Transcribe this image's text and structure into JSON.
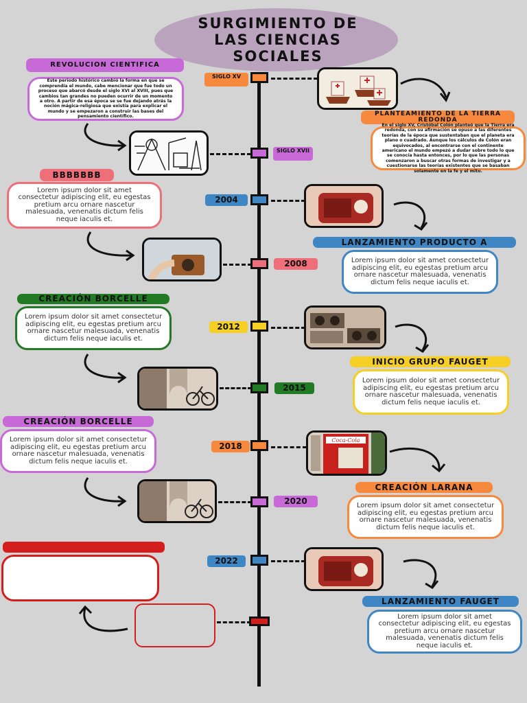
{
  "title": {
    "line1": "SURGIMIENTO DE",
    "line2": "LAS CIENCIAS",
    "line3": "SOCIALES"
  },
  "events": [
    {
      "tag": "SIGLO XV",
      "heading": "PLANTEAMIENTO DE LA TIERRA REDONDA",
      "text": "En el siglo XV, Cristóbal Colón planteó que la Tierra era redonda, con su afirmación se opuso a las diferentes teorías de la época que sustentaban que el planeta era plano o cuadrado. Aunque los cálculos de Colón eran equivocados, al encontrarse con el continente americano el mundo empezó a dudar sobre todo lo que se conocía hasta entonces, por lo que las personas comenzaron a buscar otras formas de investigar y a cuestionarse las teorías existentes que se basaban solamente en la fe y el mito.",
      "colors": {
        "accent": "#f6893e"
      }
    },
    {
      "tag": "SIGLO XVII",
      "heading": "REVOLUCION CIENTIFICA",
      "text": "Este periodo histórico cambió la forma en que se comprendía el mundo, cabe mencionar que fue todo un proceso que abarcó desde el siglo XVI al XVIII, pues que cambios tan grandes no pueden ocurrir de un momento a otro. A partir de esa época se se fue dejando atrás la noción mágica-religiosa que existía para explicar el mundo y se empezaron a construir las bases del pensamiento científico.",
      "colors": {
        "accent": "#c76ad8"
      }
    },
    {
      "tag": "2004",
      "heading": "LANZAMIENTO PRODUCTO A",
      "text": "Lorem ipsum dolor sit amet consectetur adipiscing elit, eu egestas pretium arcu ornare nascetur malesuada, venenatis dictum felis neque iaculis et.",
      "colors": {
        "accent": "#3e86c4"
      }
    },
    {
      "tag": "2008",
      "heading": "BBBBBBB",
      "text": "Lorem ipsum dolor sit amet consectetur adipiscing elit, eu egestas pretium arcu ornare nascetur malesuada, venenatis dictum felis neque iaculis et.",
      "colors": {
        "accent": "#ee6f79"
      }
    },
    {
      "tag": "2012",
      "heading": "INICIO GRUPO FAUGET",
      "text": "Lorem ipsum dolor sit amet consectetur adipiscing elit, eu egestas pretium arcu ornare nascetur malesuada, venenatis dictum felis neque iaculis et.",
      "colors": {
        "accent": "#f5cf23"
      }
    },
    {
      "tag": "2015",
      "heading": "CREACIÓN BORCELLE",
      "text": "Lorem ipsum dolor sit amet consectetur adipiscing elit, eu egestas pretium arcu ornare nascetur malesuada, venenatis dictum felis neque iaculis et.",
      "colors": {
        "accent": "#237a24"
      }
    },
    {
      "tag": "2018",
      "heading": "CREACIÓN LARANA",
      "text": "Lorem ipsum dolor sit amet consectetur adipiscing elit, eu egestas pretium arcu ornare nascetur malesuada, venenatis dictum felis neque iaculis et.",
      "colors": {
        "accent": "#f6893e"
      }
    },
    {
      "tag": "2020",
      "heading": "CREACIÓN BORCELLE",
      "text": "Lorem ipsum dolor sit amet consectetur adipiscing elit, eu egestas pretium arcu ornare nascetur malesuada, venenatis dictum felis neque iaculis et.",
      "colors": {
        "accent": "#c76ad8"
      }
    },
    {
      "tag": "2022",
      "heading": "LANZAMIENTO FAUGET",
      "text": "Lorem ipsum dolor sit amet consectetur adipiscing elit, eu egestas pretium arcu ornare nascetur malesuada, venenatis dictum felis neque iaculis et.",
      "colors": {
        "accent": "#3e86c4"
      }
    },
    {
      "tag": "",
      "heading": "",
      "text": "",
      "colors": {
        "accent": "#d41d1d"
      }
    }
  ],
  "photos": [
    "caravel-ships-photo",
    "scientific-instruments-engraving",
    "vintage-radio-photo",
    "camera-hand-photo",
    "retro-boombox-photo",
    "street-bicycle-photo",
    "coca-cola-vending-machine-photo",
    "street-bicycle-photo",
    "vintage-radio-photo"
  ]
}
